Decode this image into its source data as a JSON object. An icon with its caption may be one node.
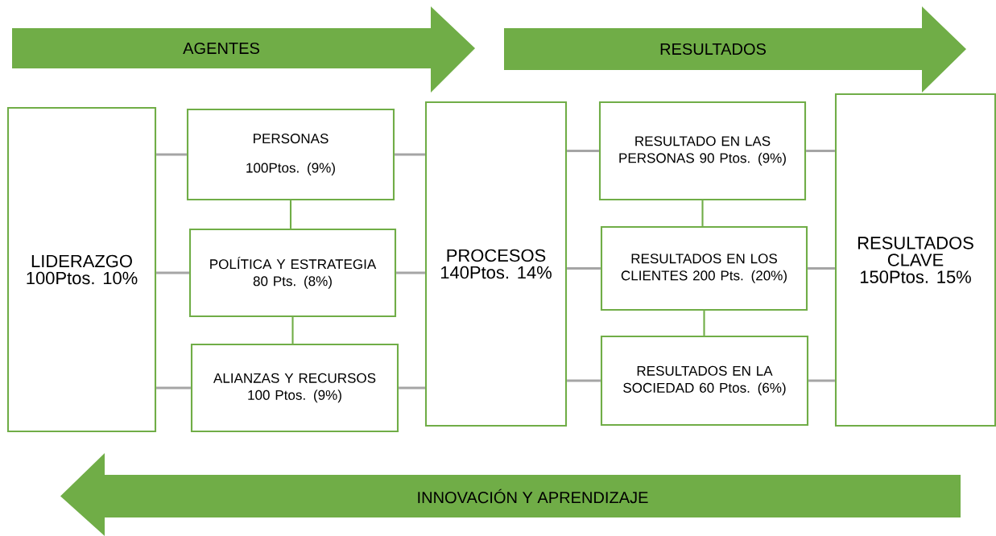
{
  "diagram": {
    "nodes": [
      {
        "text": [
          "AGENTES"
        ]
      },
      {
        "text": [
          "RESULTADOS"
        ]
      },
      {
        "text": [
          "LIDERAZGO 100Ptos. 10%"
        ]
      },
      {
        "text": [
          "PERSONAS",
          "100Ptos. (9%)"
        ]
      },
      {
        "text": [
          "POLÍTICA Y ESTRATEGIA 80 Pts. (8%)"
        ]
      },
      {
        "text": [
          "ALIANZAS Y RECURSOS 100 Ptos. (9%)"
        ]
      },
      {
        "text": [
          "PROCESOS 140Ptos. 14%"
        ]
      },
      {
        "text": [
          "RESULTADO EN LAS PERSONAS 90 Ptos. (9%)"
        ]
      },
      {
        "text": [
          "RESULTADOS EN LOS CLIENTES 200 Pts. (20%)"
        ]
      },
      {
        "text": [
          "RESULTADOS EN LA SOCIEDAD 60 Ptos. (6%)"
        ]
      },
      {
        "text": [
          "RESULTADOS CLAVE 150Ptos. 15%"
        ]
      },
      {
        "text": [
          "INNOVACIÓN Y APRENDIZAJE"
        ]
      }
    ],
    "edges": [
      {
        "from": 2,
        "to": 3,
        "arrow": "none"
      },
      {
        "from": 2,
        "to": 4,
        "arrow": "none"
      },
      {
        "from": 2,
        "to": 5,
        "arrow": "none"
      },
      {
        "from": 3,
        "to": 4,
        "arrow": "none",
        "color": "#70ad47"
      },
      {
        "from": 4,
        "to": 5,
        "arrow": "none",
        "color": "#70ad47"
      },
      {
        "from": 3,
        "to": 6,
        "arrow": "none"
      },
      {
        "from": 4,
        "to": 6,
        "arrow": "none"
      },
      {
        "from": 5,
        "to": 6,
        "arrow": "none"
      },
      {
        "from": 6,
        "to": 7,
        "arrow": "none"
      },
      {
        "from": 6,
        "to": 8,
        "arrow": "none"
      },
      {
        "from": 6,
        "to": 9,
        "arrow": "none"
      },
      {
        "from": 7,
        "to": 8,
        "arrow": "none",
        "color": "#70ad47"
      },
      {
        "from": 8,
        "to": 9,
        "arrow": "none",
        "color": "#70ad47"
      },
      {
        "from": 7,
        "to": 10,
        "arrow": "none"
      },
      {
        "from": 8,
        "to": 10,
        "arrow": "none"
      },
      {
        "from": 9,
        "to": 10,
        "arrow": "none"
      }
    ]
  }
}
